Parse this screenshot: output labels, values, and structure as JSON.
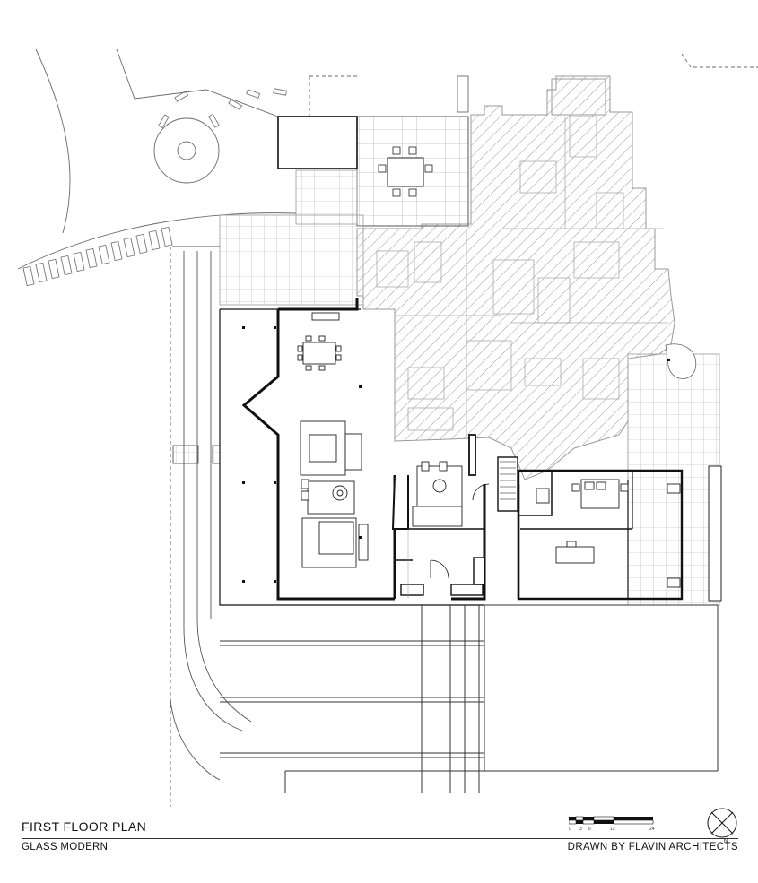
{
  "drawing": {
    "title": "FIRST FLOOR PLAN",
    "project": "GLASS MODERN",
    "credit": "DRAWN BY FLAVIN ARCHITECTS"
  },
  "scale_bar": {
    "labels": [
      "0",
      "3'",
      "6'",
      "12'",
      "24'"
    ]
  },
  "north_arrow": {
    "label": "N"
  },
  "colors": {
    "line": "#111111",
    "existing_hatch": "#9a9a9a",
    "site_line": "#6a6a6a"
  }
}
